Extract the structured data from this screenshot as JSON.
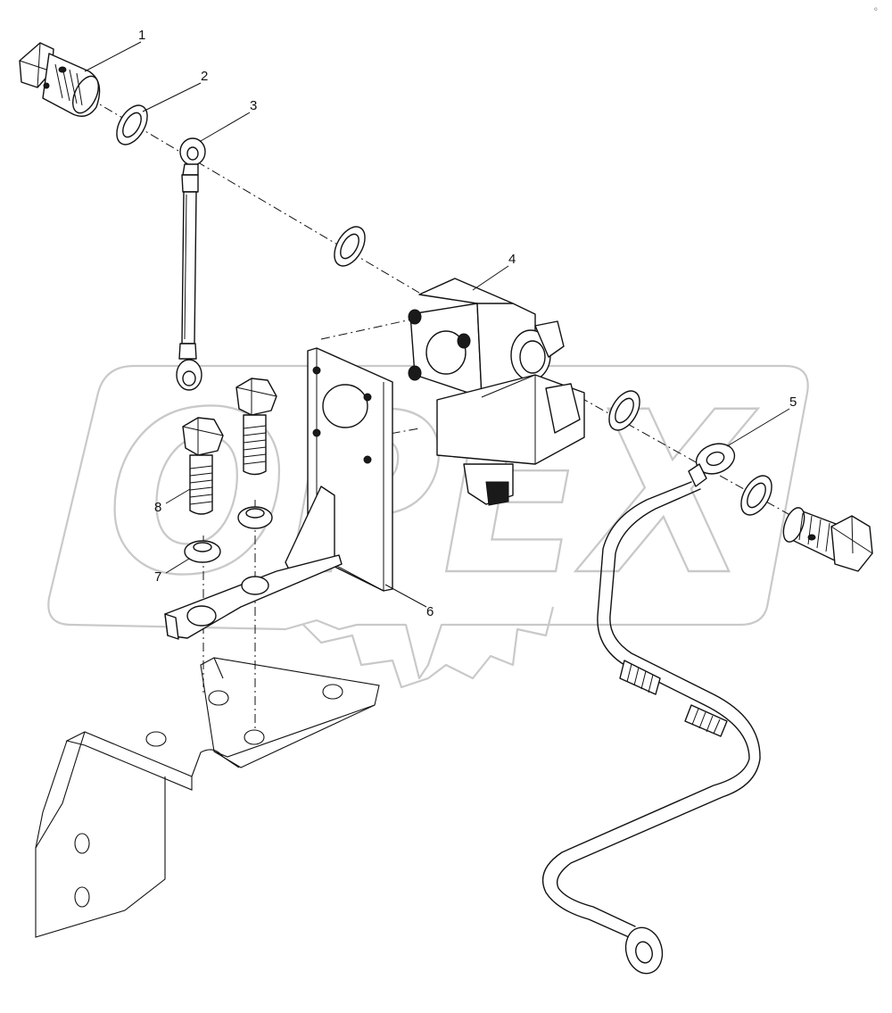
{
  "diagram": {
    "watermark": "OPEX",
    "corner_mark": "o",
    "callouts": [
      {
        "id": "1",
        "label": "1"
      },
      {
        "id": "2",
        "label": "2"
      },
      {
        "id": "3",
        "label": "3"
      },
      {
        "id": "4",
        "label": "4"
      },
      {
        "id": "5",
        "label": "5"
      },
      {
        "id": "6",
        "label": "6"
      },
      {
        "id": "7",
        "label": "7"
      },
      {
        "id": "8",
        "label": "8"
      }
    ]
  }
}
